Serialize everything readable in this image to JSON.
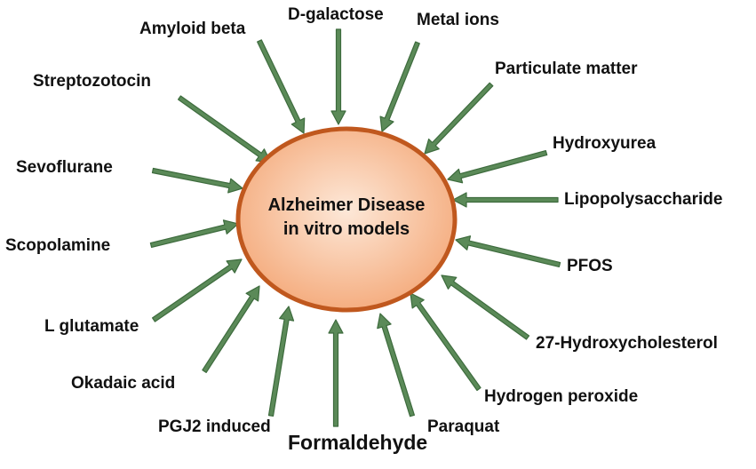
{
  "center": {
    "line1": "Alzheimer Disease",
    "line2": "in vitro models"
  },
  "colors": {
    "arrow_fill": "#5b8a58",
    "arrow_stroke": "#3d6b3d",
    "ellipse_fill_inner": "#fde8d8",
    "ellipse_fill_outer": "#f4a878",
    "ellipse_stroke": "#c0581e"
  },
  "inducers": [
    {
      "label": "Amyloid beta"
    },
    {
      "label": "D-galactose"
    },
    {
      "label": "Metal ions"
    },
    {
      "label": "Particulate matter"
    },
    {
      "label": "Streptozotocin"
    },
    {
      "label": "Hydroxyurea"
    },
    {
      "label": "Sevoflurane"
    },
    {
      "label": "Lipopolysaccharide"
    },
    {
      "label": "Scopolamine"
    },
    {
      "label": "PFOS"
    },
    {
      "label": "L glutamate"
    },
    {
      "label": "27-Hydroxycholesterol"
    },
    {
      "label": "Okadaic acid"
    },
    {
      "label": "Hydrogen peroxide"
    },
    {
      "label": "PGJ2 induced"
    },
    {
      "label": "Paraquat"
    },
    {
      "label": "Formaldehyde"
    }
  ]
}
